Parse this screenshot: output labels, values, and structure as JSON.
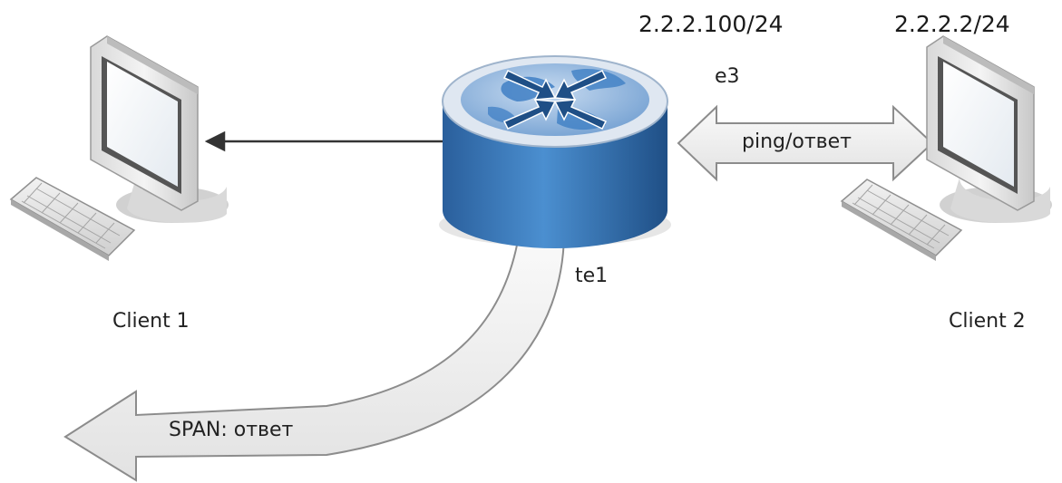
{
  "labels": {
    "router_ip": "2.2.2.100/24",
    "client2_ip": "2.2.2.2/24",
    "port_e3": "e3",
    "port_te1": "te1",
    "client1_name": "Client 1",
    "client2_name": "Client 2",
    "ping_arrow": "ping/ответ",
    "span_arrow": "SPAN: ответ"
  },
  "icons": {
    "router": "router-icon",
    "client1": "desktop-computer-icon",
    "client2": "desktop-computer-icon"
  },
  "colors": {
    "router_top": "#7fa8d8",
    "router_body": "#2e6fb2",
    "router_rim": "#dfe7f1",
    "arrow_fill": "#f0f0f0",
    "arrow_stroke": "#8c8c8c",
    "connector": "#333333"
  }
}
